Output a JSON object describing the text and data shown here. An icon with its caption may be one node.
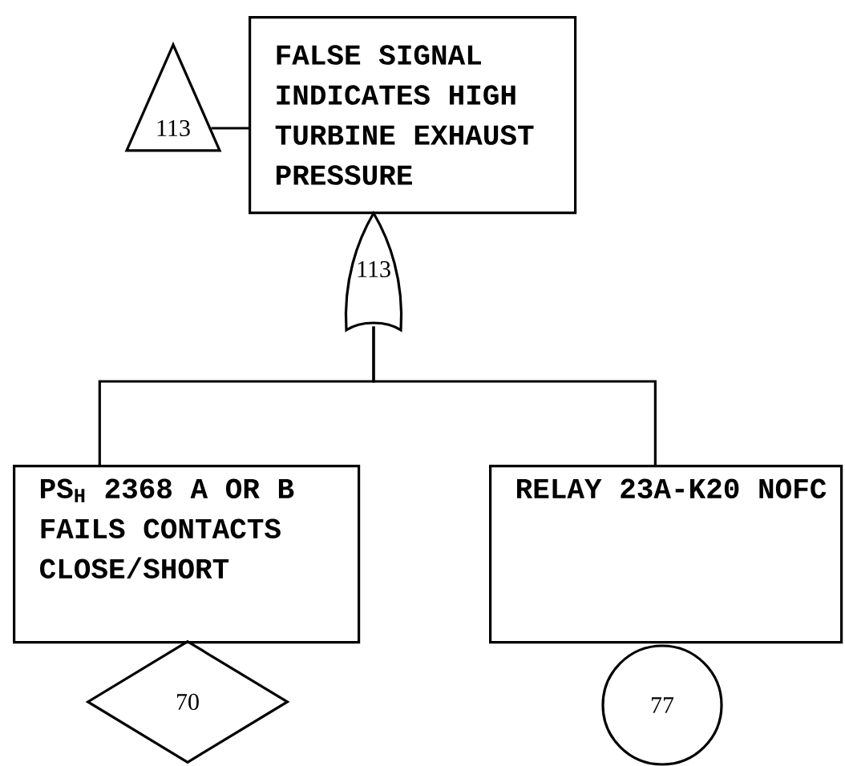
{
  "diagram": {
    "nodes": [
      {
        "text": [
          "FALSE SIGNAL INDICATES HIGH TURBINE EXHAUST PRESSURE"
        ]
      },
      {
        "text": [
          "113"
        ]
      },
      {
        "text": [
          "113"
        ]
      },
      {
        "text": [
          "PS$_{H}$ 2368 A OR B FAILS CONTACTS CLOSE/SHORT"
        ]
      },
      {
        "text": [
          "RELAY 23A-K20 NOFC"
        ]
      },
      {
        "text": [
          "70"
        ]
      },
      {
        "text": [
          "77"
        ]
      }
    ],
    "edges": [
      {
        "from": 1,
        "to": 0,
        "arrow": "none"
      },
      {
        "from": 2,
        "to": 3,
        "arrow": "none"
      },
      {
        "from": 2,
        "to": 4,
        "arrow": "none"
      }
    ]
  }
}
